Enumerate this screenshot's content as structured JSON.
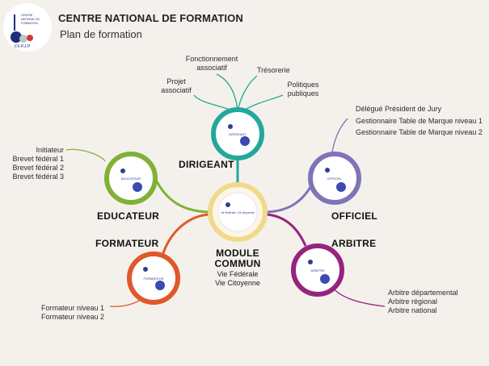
{
  "header": {
    "title": "CENTRE NATIONAL DE FORMATION",
    "subtitle": "Plan de formation"
  },
  "logo": {
    "text_lines": [
      "CENTRE",
      "NATIONAL DE",
      "FORMATION"
    ],
    "acronym": "F.F.P.J.P"
  },
  "center": {
    "title_line1": "MODULE",
    "title_line2": "COMMUN",
    "items": [
      "Vie Fédérale",
      "Vie Citoyenne"
    ],
    "badge_text": "vie fédérale / vie citoyenne",
    "color": "#f0d98a"
  },
  "branches": {
    "dirigeant": {
      "name": "DIRIGEANT",
      "color": "#23a89a",
      "badge_text": "DIRIGEANT",
      "items": [
        "Fonctionnement associatif",
        "Trésorerie",
        "Projet associatif",
        "Politiques publiques"
      ]
    },
    "educateur": {
      "name": "EDUCATEUR",
      "color": "#7fb234",
      "badge_text": "EDUCATEUR",
      "items": [
        "Initiateur",
        "Brevet fédéral 1",
        "Brevet fédéral 2",
        "Brevet fédéral 3"
      ]
    },
    "officiel": {
      "name": "OFFICIEL",
      "color": "#7f74b6",
      "badge_text": "OFFICIEL",
      "items": [
        "Délégué Président de Jury",
        "Gestionnaire Table de Marque niveau 1",
        "Gestionnaire Table de Marque niveau 2"
      ]
    },
    "formateur": {
      "name": "FORMATEUR",
      "color": "#e0582a",
      "badge_text": "FORMATEUR",
      "items": [
        "Formateur niveau 1",
        "Formateur niveau 2"
      ]
    },
    "arbitre": {
      "name": "ARBITRE",
      "color": "#96247e",
      "badge_text": "ARBITRE",
      "items": [
        "Arbitre départemental",
        "Arbitre régional",
        "Arbitre national"
      ]
    }
  }
}
